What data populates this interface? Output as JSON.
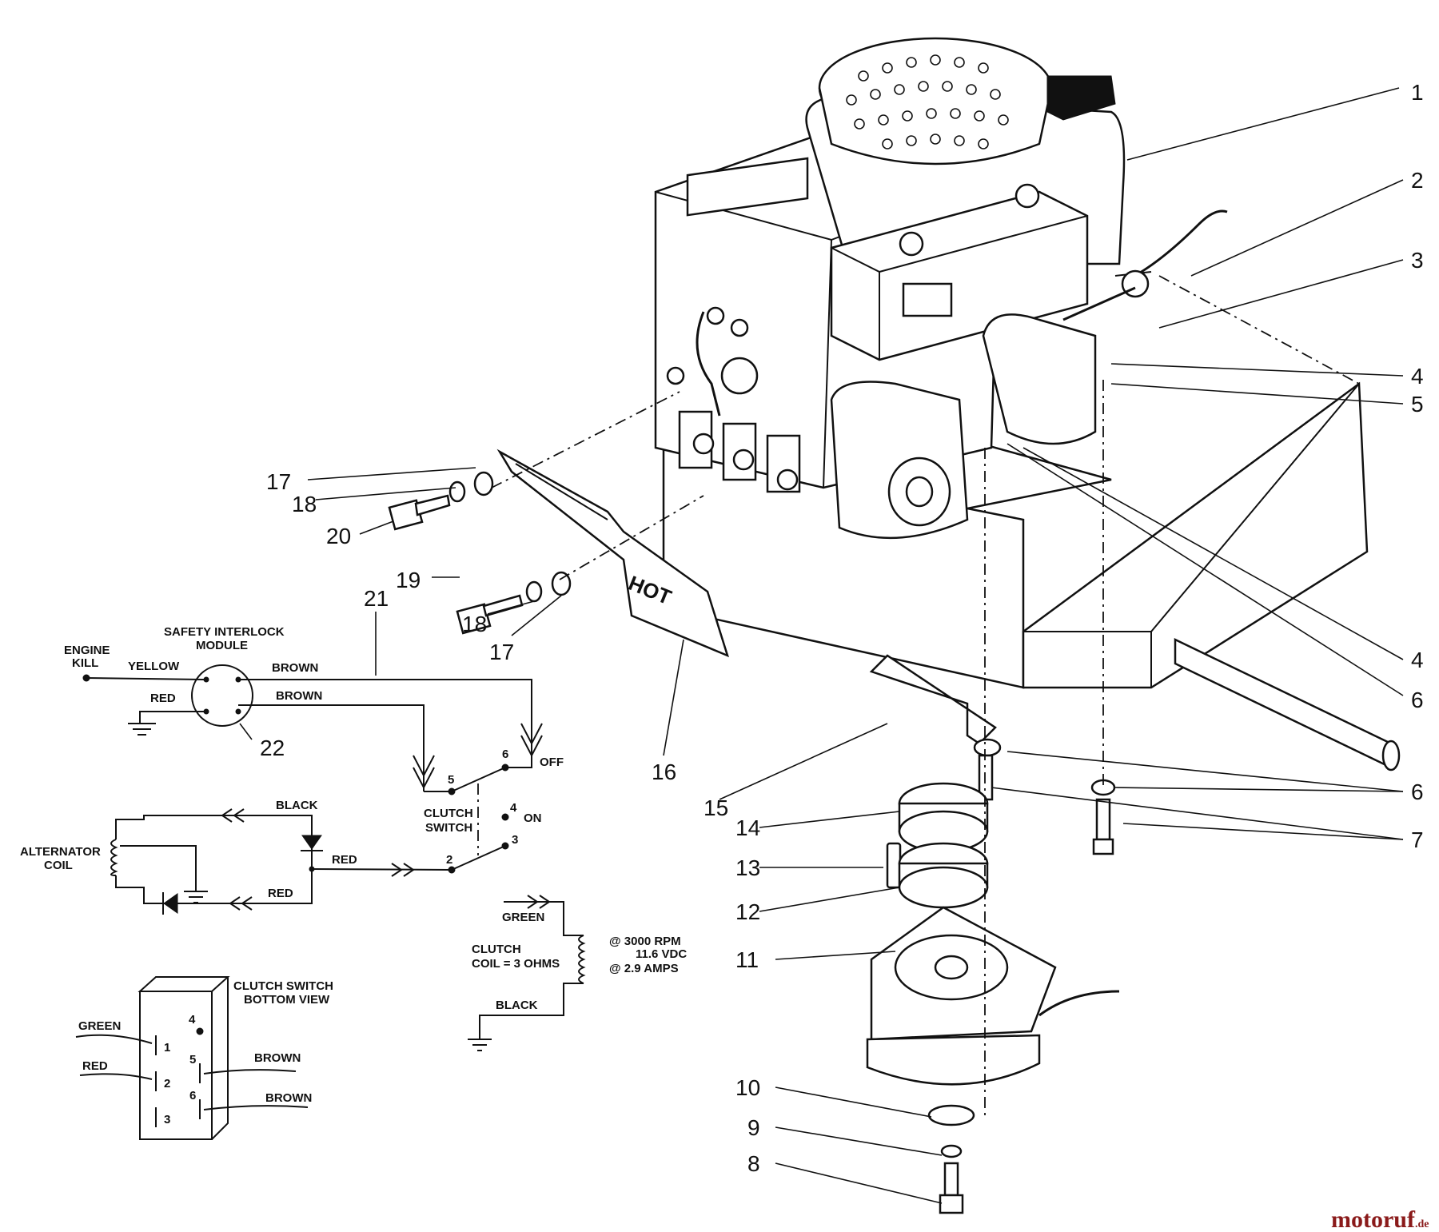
{
  "callouts": {
    "c1": "1",
    "c2": "2",
    "c3": "3",
    "c4a": "4",
    "c5": "5",
    "c4b": "4",
    "c6a": "6",
    "c6b": "6",
    "c7": "7",
    "c8": "8",
    "c9": "9",
    "c10": "10",
    "c11": "11",
    "c12": "12",
    "c13": "13",
    "c14": "14",
    "c15": "15",
    "c16": "16",
    "c17a": "17",
    "c18a": "18",
    "c20": "20",
    "c19": "19",
    "c18b": "18",
    "c17b": "17",
    "c21": "21",
    "c22": "22"
  },
  "heat_shield_text": "HOT",
  "wiring": {
    "module_title_1": "SAFETY INTERLOCK",
    "module_title_2": "MODULE",
    "engine_kill_1": "ENGINE",
    "engine_kill_2": "KILL",
    "yellow": "YELLOW",
    "red_module": "RED",
    "brown_1": "BROWN",
    "brown_2": "BROWN",
    "off": "OFF",
    "on": "ON",
    "pin_4": "4",
    "pin_5": "5",
    "pin_6": "6",
    "pin_3": "3",
    "pin_2": "2",
    "clutch_switch_1": "CLUTCH",
    "clutch_switch_2": "SWITCH",
    "black_top": "BLACK",
    "alternator_1": "ALTERNATOR",
    "alternator_2": "COIL",
    "red_mid": "RED",
    "red_bottom": "RED",
    "green": "GREEN",
    "clutch_coil_1": "CLUTCH",
    "clutch_coil_2": "COIL = 3 OHMS",
    "spec_1": "@ 3000 RPM",
    "spec_2": "11.6  VDC",
    "spec_3": "@ 2.9 AMPS",
    "black_bottom": "BLACK"
  },
  "switch_view": {
    "title_1": "CLUTCH SWITCH",
    "title_2": "BOTTOM VIEW",
    "green": "GREEN",
    "red": "RED",
    "brown_1": "BROWN",
    "brown_2": "BROWN",
    "t1": "1",
    "t2": "2",
    "t3": "3",
    "t4": "4",
    "t5": "5",
    "t6": "6"
  },
  "watermark": {
    "brand": "motoruf",
    "suffix": ".de"
  }
}
